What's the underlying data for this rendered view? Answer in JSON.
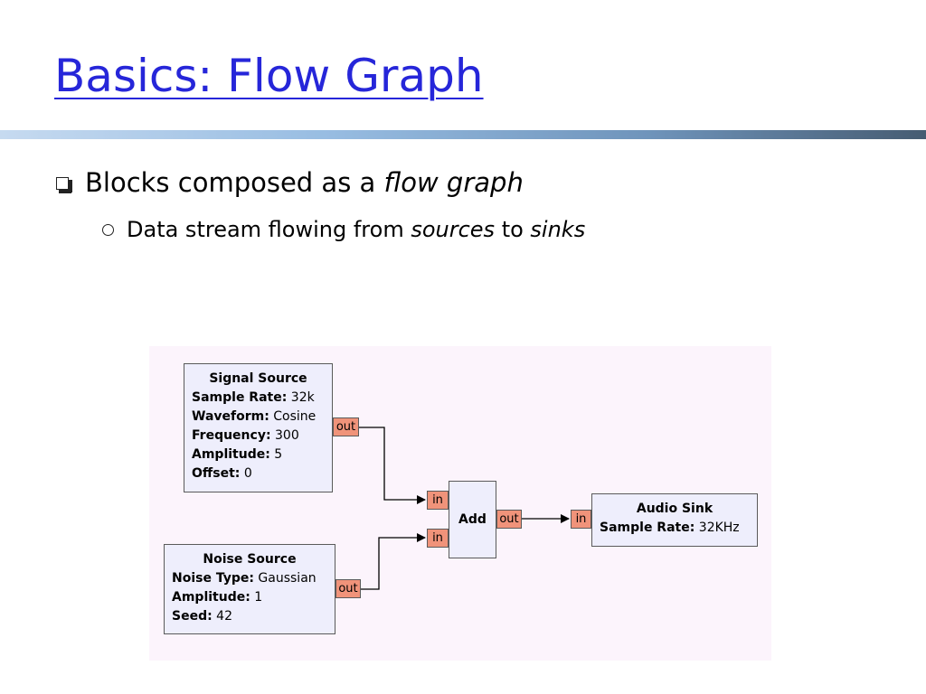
{
  "slide": {
    "title": "Basics: Flow Graph",
    "bullet1": {
      "text": "Blocks composed as a ",
      "emph": "flow graph"
    },
    "bullet2": {
      "text1": "Data stream flowing from ",
      "emph1": "sources",
      "text2": " to ",
      "emph2": "sinks"
    }
  },
  "diagram": {
    "signal_source": {
      "title": "Signal Source",
      "params": [
        {
          "name": "Sample Rate:",
          "value": "32k"
        },
        {
          "name": "Waveform:",
          "value": "Cosine"
        },
        {
          "name": "Frequency:",
          "value": "300"
        },
        {
          "name": "Amplitude:",
          "value": "5"
        },
        {
          "name": "Offset:",
          "value": "0"
        }
      ],
      "out_port": "out"
    },
    "noise_source": {
      "title": "Noise Source",
      "params": [
        {
          "name": "Noise Type:",
          "value": "Gaussian"
        },
        {
          "name": "Amplitude:",
          "value": "1"
        },
        {
          "name": "Seed:",
          "value": "42"
        }
      ],
      "out_port": "out"
    },
    "add": {
      "title": "Add",
      "in_port_1": "in",
      "in_port_2": "in",
      "out_port": "out"
    },
    "audio_sink": {
      "title": "Audio Sink",
      "params": [
        {
          "name": "Sample Rate:",
          "value": "32KHz"
        }
      ],
      "in_port": "in"
    }
  },
  "colors": {
    "title": "#2626d9",
    "block_fill": "#eeeefc",
    "port_fill": "#f0937a",
    "panel_bg": "#fcf4fc"
  }
}
